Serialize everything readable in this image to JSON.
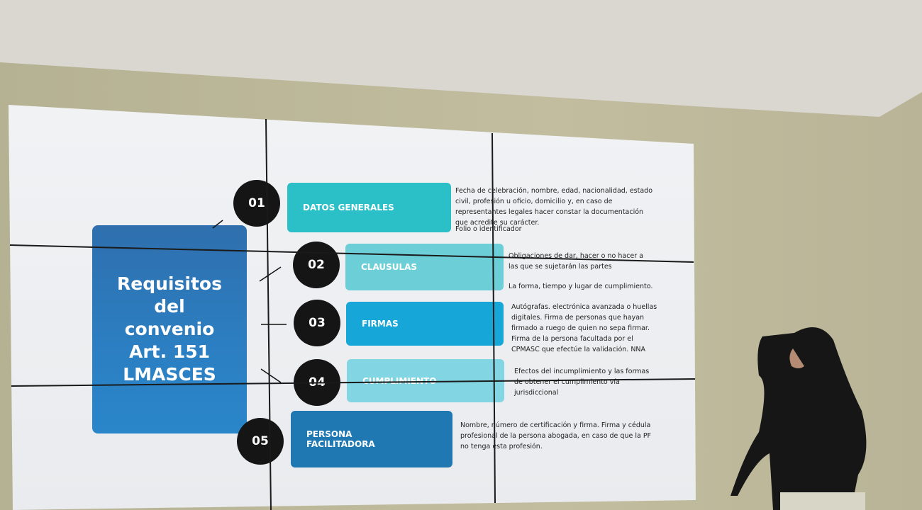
{
  "slide": {
    "title": "Requisitos\ndel\nconvenio\nArt. 151\nLMASCES",
    "items": [
      {
        "number": "01",
        "label": "DATOS GENERALES",
        "color": "#2bbfc8",
        "description": "Fecha de celebración, nombre, edad, nacionalidad, estado civil, profesión u oficio, domicilio y, en caso de representantes legales hacer constar la documentación que acredite su carácter.",
        "note": "Folio o identificador"
      },
      {
        "number": "02",
        "label": "CLAUSULAS",
        "color": "#6ccfd8",
        "description": "Obligaciones de dar, hacer o no hacer a las que se sujetarán las partes",
        "note": "La forma, tiempo y lugar de cumplimiento."
      },
      {
        "number": "03",
        "label": "FIRMAS",
        "color": "#16a6d8",
        "description": "Autógrafas. electrónica avanzada o huellas digitales. Firma de personas que hayan firmado a ruego de quien no sepa firmar. Firma de la persona facultada por el CPMASC que efectúe la validación. NNA"
      },
      {
        "number": "04",
        "label": "CUMPLIMIENTO",
        "color": "#82d5e2",
        "description": "Efectos del incumplimiento y las formas de obtener el cumplimiento vía jurisdiccional"
      },
      {
        "number": "05",
        "label": "PERSONA\nFACILITADORA",
        "color": "#1f78b2",
        "description": "Nombre, número de certificación y firma. Firma y cédula profesional de la persona abogada, en caso de que la PF no tenga esta profesión."
      }
    ]
  }
}
